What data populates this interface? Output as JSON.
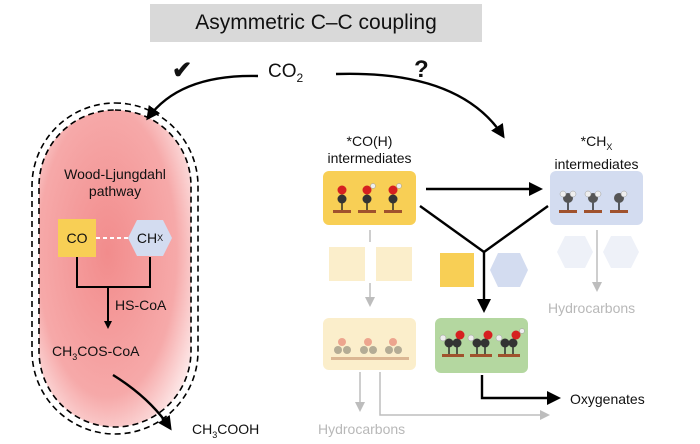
{
  "title": "Asymmetric C–C coupling",
  "co2": {
    "main": "CO",
    "sub": "2"
  },
  "check_mark": "✔",
  "question_mark": "?",
  "cell": {
    "pathway_line1": "Wood-Ljungdahl",
    "pathway_line2": "pathway",
    "co_label": "CO",
    "chx_main": "CH",
    "chx_sub": "X",
    "hs_coa": "HS-CoA",
    "ch3cos_coa": {
      "a": "CH",
      "b": "3",
      "c": "COS-CoA"
    },
    "product": {
      "a": "CH",
      "b": "3",
      "c": "COOH"
    }
  },
  "right": {
    "coh_line1": "*CO(H)",
    "coh_line2": "intermediates",
    "chx_line1_main": "*CH",
    "chx_line1_sub": "X",
    "chx_line2": "intermediates",
    "hydrocarbons_right": "Hydrocarbons",
    "hydrocarbons_bottom": "Hydrocarbons",
    "oxygenates": "Oxygenates"
  },
  "colors": {
    "co_yellow": "#f8cf55",
    "chx_blue": "#d3dcf0",
    "green": "#b4d7a0",
    "cell_pink": "#f6a1a1",
    "faded_yellow": "#fbeecb",
    "faded_blue": "#eef1f8"
  }
}
